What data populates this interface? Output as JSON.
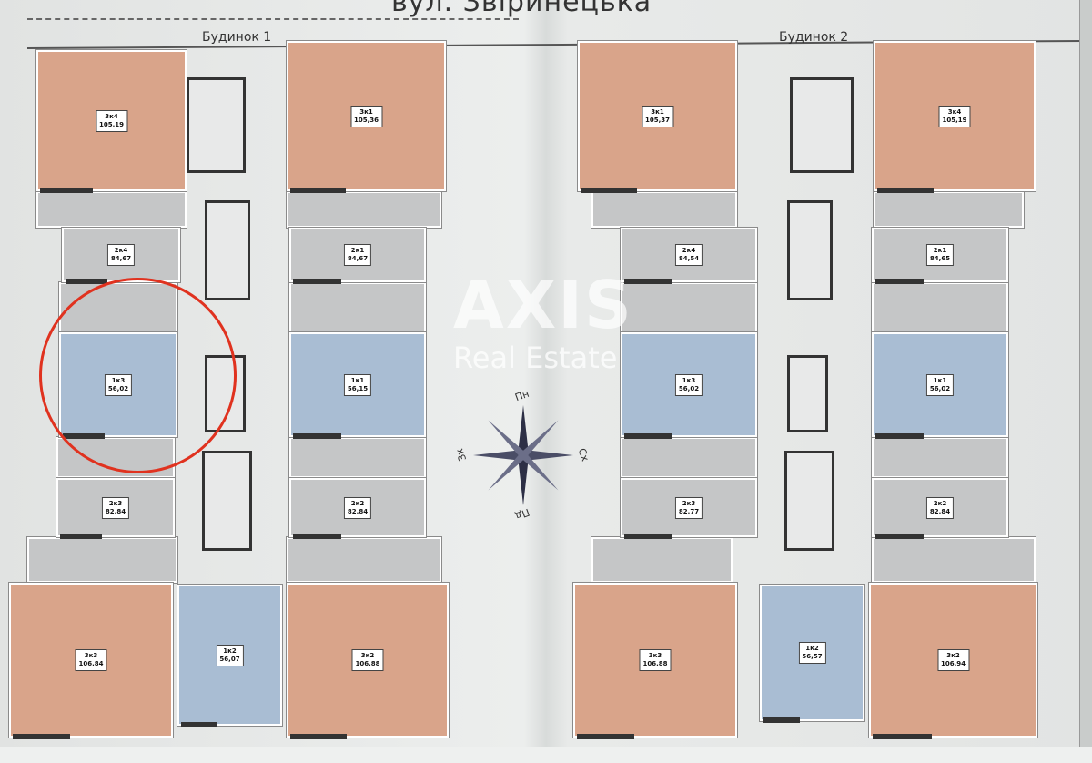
{
  "street": "вул. Звіринецька",
  "buildings": [
    {
      "label": "Будинок 1",
      "units": [
        {
          "type": "3к4",
          "area": "105,19",
          "color": "orange"
        },
        {
          "type": "3к1",
          "area": "105,36",
          "color": "orange"
        },
        {
          "type": "2к4",
          "area": "84,67",
          "color": "gray"
        },
        {
          "type": "2к1",
          "area": "84,67",
          "color": "gray"
        },
        {
          "type": "1к3",
          "area": "56,02",
          "color": "blue"
        },
        {
          "type": "1к1",
          "area": "56,15",
          "color": "blue"
        },
        {
          "type": "2к3",
          "area": "82,84",
          "color": "gray"
        },
        {
          "type": "2к2",
          "area": "82,84",
          "color": "gray"
        },
        {
          "type": "3к3",
          "area": "106,84",
          "color": "orange"
        },
        {
          "type": "1к2",
          "area": "56,07",
          "color": "blue"
        },
        {
          "type": "3к2",
          "area": "106,88",
          "color": "orange"
        }
      ]
    },
    {
      "label": "Будинок 2",
      "units": [
        {
          "type": "3к1",
          "area": "105,37",
          "color": "orange"
        },
        {
          "type": "3к4",
          "area": "105,19",
          "color": "orange"
        },
        {
          "type": "2к4",
          "area": "84,54",
          "color": "gray"
        },
        {
          "type": "2к1",
          "area": "84,65",
          "color": "gray"
        },
        {
          "type": "1к3",
          "area": "56,02",
          "color": "blue"
        },
        {
          "type": "1к1",
          "area": "56,02",
          "color": "blue"
        },
        {
          "type": "2к3",
          "area": "82,77",
          "color": "gray"
        },
        {
          "type": "2к2",
          "area": "82,84",
          "color": "gray"
        },
        {
          "type": "3к3",
          "area": "106,88",
          "color": "orange"
        },
        {
          "type": "1к2",
          "area": "56,57",
          "color": "blue"
        },
        {
          "type": "3к2",
          "area": "106,94",
          "color": "orange"
        }
      ]
    }
  ],
  "watermark": {
    "brand": "AXIS",
    "sub": "Real Estate"
  },
  "compass": {
    "n": "Пн",
    "s": "Пд",
    "e": "Сх",
    "w": "Зх"
  },
  "highlight": {
    "building": "Будинок 1",
    "unit": "1к3",
    "color": "#e0321f"
  },
  "colors": {
    "orange": "#d9a48a",
    "blue": "#a9bdd3",
    "gray": "#c5c6c7"
  }
}
